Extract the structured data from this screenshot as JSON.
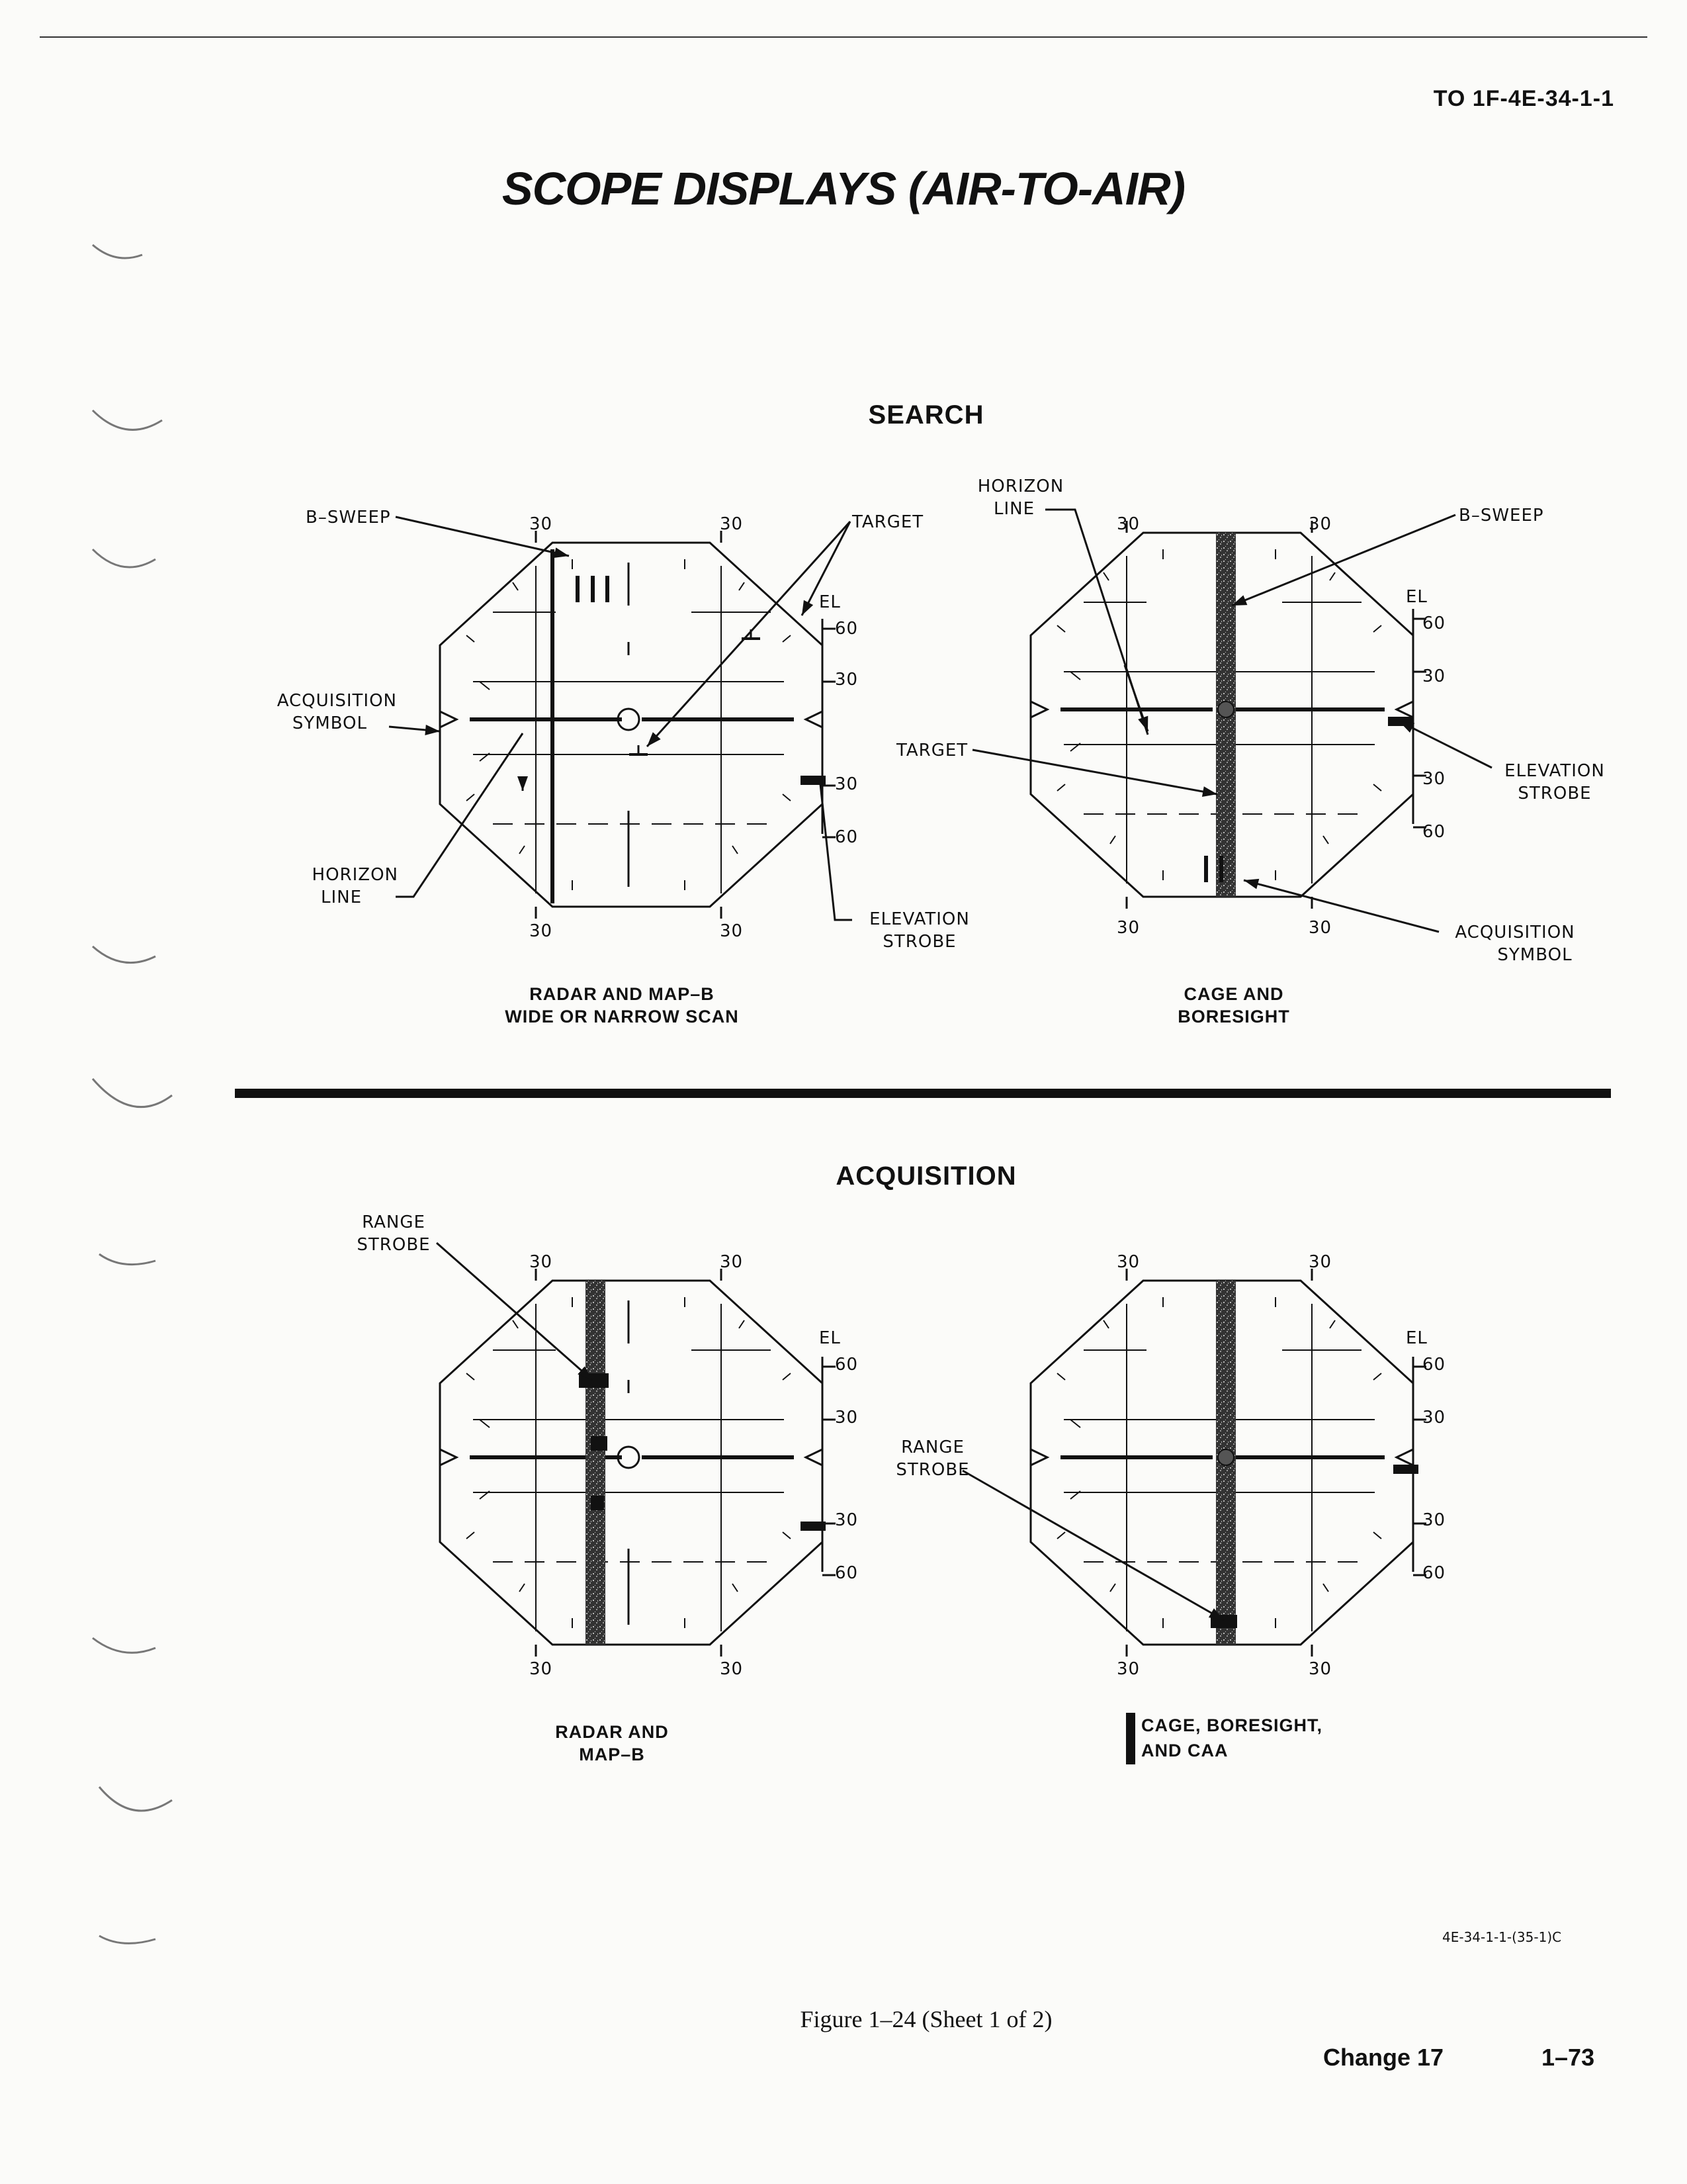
{
  "header": {
    "doc_id": "TO 1F-4E-34-1-1"
  },
  "title": "SCOPE DISPLAYS (AIR-TO-AIR)",
  "sections": {
    "search": "SEARCH",
    "acquisition": "ACQUISITION"
  },
  "scale": {
    "az": "30",
    "el_header": "EL",
    "el_60": "60",
    "el_30": "30"
  },
  "callouts": {
    "b_sweep": "B–SWEEP",
    "target": "TARGET",
    "acquisition_symbol_1": "ACQUISITION",
    "acquisition_symbol_2": "SYMBOL",
    "horizon_line_1": "HORIZON",
    "horizon_line_2": "LINE",
    "elevation_strobe_1": "ELEVATION",
    "elevation_strobe_2": "STROBE",
    "range_strobe_1": "RANGE",
    "range_strobe_2": "STROBE"
  },
  "captions": {
    "search_left_1": "RADAR AND MAP–B",
    "search_left_2": "WIDE OR NARROW SCAN",
    "search_right_1": "CAGE AND",
    "search_right_2": "BORESIGHT",
    "acq_left_1": "RADAR AND",
    "acq_left_2": "MAP–B",
    "acq_right_1": "CAGE, BORESIGHT,",
    "acq_right_2": "AND CAA"
  },
  "footer": {
    "art_id": "4E-34-1-1-(35-1)C",
    "figure": "Figure 1–24 (Sheet 1 of 2)",
    "change": "Change 17",
    "page": "1–73"
  }
}
